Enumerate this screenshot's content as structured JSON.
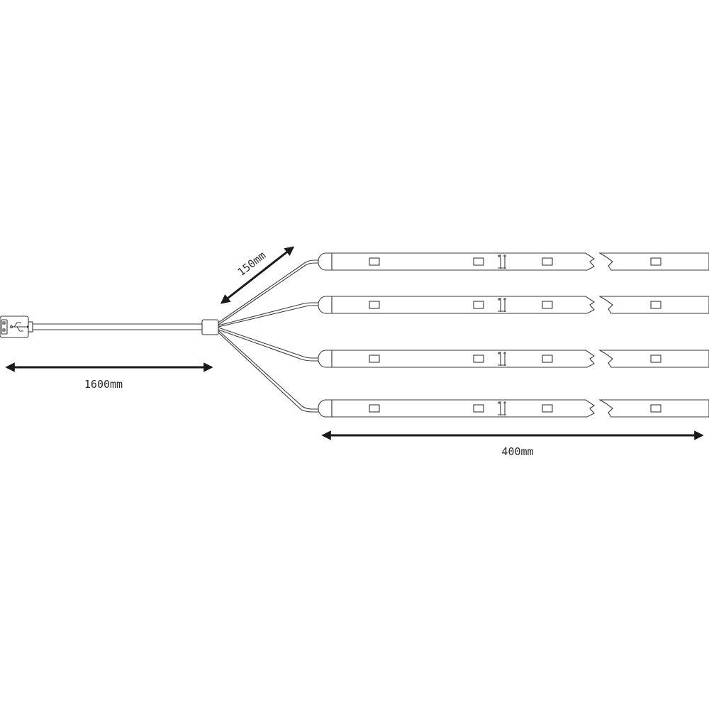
{
  "diagram": {
    "dimensions": {
      "main_cable": "1600mm",
      "branch_cable": "150mm",
      "strip_length": "400mm"
    },
    "strip_count": 4,
    "colors": {
      "line": "#3a3a3a",
      "arrow": "#1a1a1a",
      "background": "#ffffff"
    },
    "icons": [
      "usb-icon"
    ]
  }
}
